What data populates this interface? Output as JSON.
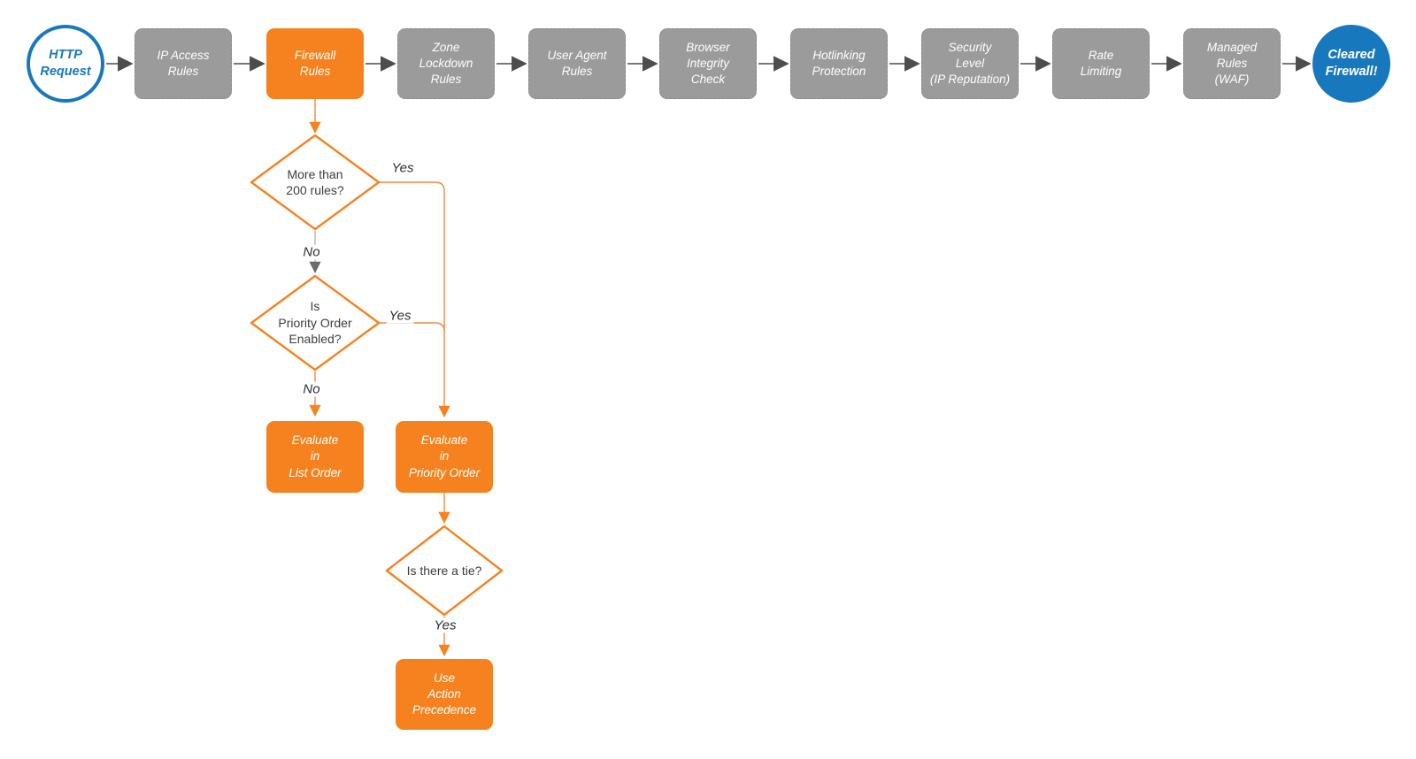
{
  "colors": {
    "orange": "#f6821f",
    "orange_wire": "#f6883b",
    "blue": "#1878be",
    "node_gray": "#9b9b9b",
    "arrow_dark": "#4d4d4d",
    "wire_gray": "#b3b3b3",
    "diamond_text": "#3d3d3d"
  },
  "start_node": {
    "label": "HTTP\nRequest"
  },
  "end_node": {
    "label": "Cleared\nFirewall!"
  },
  "pipeline": [
    {
      "label": "IP Access\nRules"
    },
    {
      "label": "Firewall\nRules"
    },
    {
      "label": "Zone\nLockdown\nRules"
    },
    {
      "label": "User Agent\nRules"
    },
    {
      "label": "Browser\nIntegrity\nCheck"
    },
    {
      "label": "Hotlinking\nProtection"
    },
    {
      "label": "Security\nLevel\n(IP Reputation)"
    },
    {
      "label": "Rate\nLimiting"
    },
    {
      "label": "Managed\nRules\n(WAF)"
    }
  ],
  "branch": {
    "decision_rules_count": {
      "question": "More than\n200 rules?",
      "yes_label": "Yes",
      "no_label": "No"
    },
    "decision_priority_order": {
      "question": "Is\nPriority Order\nEnabled?",
      "yes_label": "Yes",
      "no_label": "No"
    },
    "evaluate_list_order": {
      "label": "Evaluate\nin\nList Order"
    },
    "evaluate_priority_order": {
      "label": "Evaluate\nin\nPriority Order"
    },
    "decision_tie": {
      "question": "Is there a tie?",
      "yes_label": "Yes"
    },
    "use_action_precedence": {
      "label": "Use\nAction\nPrecedence"
    }
  }
}
